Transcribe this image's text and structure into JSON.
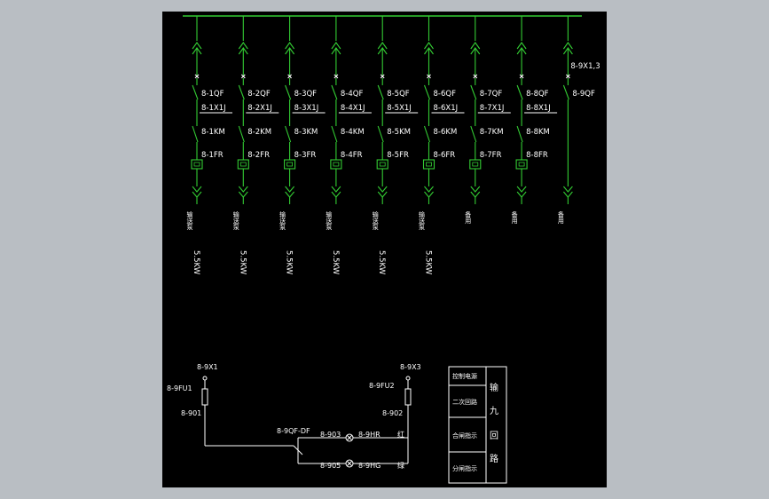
{
  "colors": {
    "viewport": "#b9bec3",
    "canvas": "#000000",
    "bus": "#33cc33",
    "wire": "#ffffff",
    "text": "#ffffff"
  },
  "feeders": [
    {
      "breaker": "8-1QF",
      "terminal": "8-1X1J",
      "contactor": "8-1KM",
      "relay": "8-1FR",
      "load": "输送泵",
      "power": "5.5KW"
    },
    {
      "breaker": "8-2QF",
      "terminal": "8-2X1J",
      "contactor": "8-2KM",
      "relay": "8-2FR",
      "load": "输送泵",
      "power": "5.5KW"
    },
    {
      "breaker": "8-3QF",
      "terminal": "8-3X1J",
      "contactor": "8-3KM",
      "relay": "8-3FR",
      "load": "输送泵",
      "power": "5.5KW"
    },
    {
      "breaker": "8-4QF",
      "terminal": "8-4X1J",
      "contactor": "8-4KM",
      "relay": "8-4FR",
      "load": "输送泵",
      "power": "5.5KW"
    },
    {
      "breaker": "8-5QF",
      "terminal": "8-5X1J",
      "contactor": "8-5KM",
      "relay": "8-5FR",
      "load": "输送泵",
      "power": "5.5KW"
    },
    {
      "breaker": "8-6QF",
      "terminal": "8-6X1J",
      "contactor": "8-6KM",
      "relay": "8-6FR",
      "load": "输送泵",
      "power": "5.5KW"
    },
    {
      "breaker": "8-7QF",
      "terminal": "8-7X1J",
      "contactor": "8-7KM",
      "relay": "8-7FR",
      "load": "备用",
      "power": ""
    },
    {
      "breaker": "8-8QF",
      "terminal": "8-8X1J",
      "contactor": "8-8KM",
      "relay": "8-8FR",
      "load": "备用",
      "power": ""
    },
    {
      "breaker": "8-9QF",
      "terminal": "8-9X1,3",
      "contactor": "",
      "relay": "",
      "load": "备用",
      "power": ""
    }
  ],
  "control": {
    "left_terminal": "8-9X1",
    "left_fuse": "8-9FU1",
    "left_node": "8-901",
    "right_terminal": "8-9X3",
    "right_fuse": "8-9FU2",
    "right_node": "8-902",
    "aux_contact": "8-9QF-DF",
    "upper_wire": "8-903",
    "upper_lamp": "8-9HR",
    "upper_lamp_color": "红",
    "lower_wire": "8-905",
    "lower_lamp": "8-9HG",
    "lower_lamp_color": "绿"
  },
  "title_block": {
    "rows": [
      "控制电源",
      "二次回路",
      "合闸指示",
      "分闸指示"
    ],
    "side": [
      "输",
      "九",
      "回",
      "路"
    ]
  }
}
